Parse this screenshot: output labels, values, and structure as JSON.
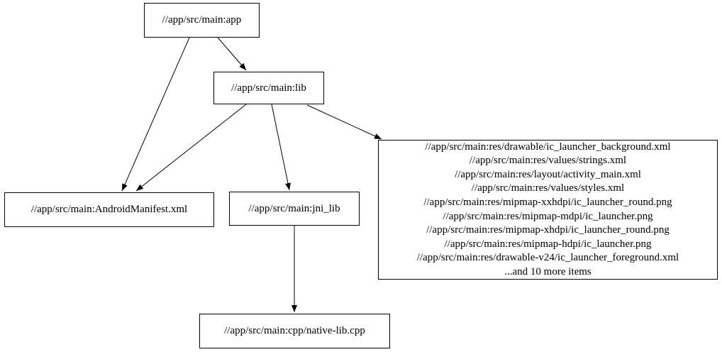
{
  "diagram": {
    "type": "dependency-graph",
    "background_color": "#ffffff",
    "stroke_color": "#000000",
    "nodes": [
      {
        "id": "app",
        "label": "//app/src/main:app"
      },
      {
        "id": "lib",
        "label": "//app/src/main:lib"
      },
      {
        "id": "android_manifest",
        "label": "//app/src/main:AndroidManifest.xml"
      },
      {
        "id": "jni_lib",
        "label": "//app/src/main:jni_lib"
      },
      {
        "id": "resource_group",
        "lines": [
          "//app/src/main:res/drawable/ic_launcher_background.xml",
          "//app/src/main:res/values/strings.xml",
          "//app/src/main:res/layout/activity_main.xml",
          "//app/src/main:res/values/styles.xml",
          "//app/src/main:res/mipmap-xxhdpi/ic_launcher_round.png",
          "//app/src/main:res/mipmap-mdpi/ic_launcher.png",
          "//app/src/main:res/mipmap-xhdpi/ic_launcher_round.png",
          "//app/src/main:res/mipmap-hdpi/ic_launcher.png",
          "//app/src/main:res/drawable-v24/ic_launcher_foreground.xml",
          "...and 10 more items"
        ]
      },
      {
        "id": "native_lib_cpp",
        "label": "//app/src/main:cpp/native-lib.cpp"
      }
    ],
    "edges": [
      {
        "from": "app",
        "to": "lib"
      },
      {
        "from": "app",
        "to": "android_manifest"
      },
      {
        "from": "lib",
        "to": "android_manifest"
      },
      {
        "from": "lib",
        "to": "jni_lib"
      },
      {
        "from": "lib",
        "to": "resource_group"
      },
      {
        "from": "jni_lib",
        "to": "native_lib_cpp"
      }
    ]
  }
}
